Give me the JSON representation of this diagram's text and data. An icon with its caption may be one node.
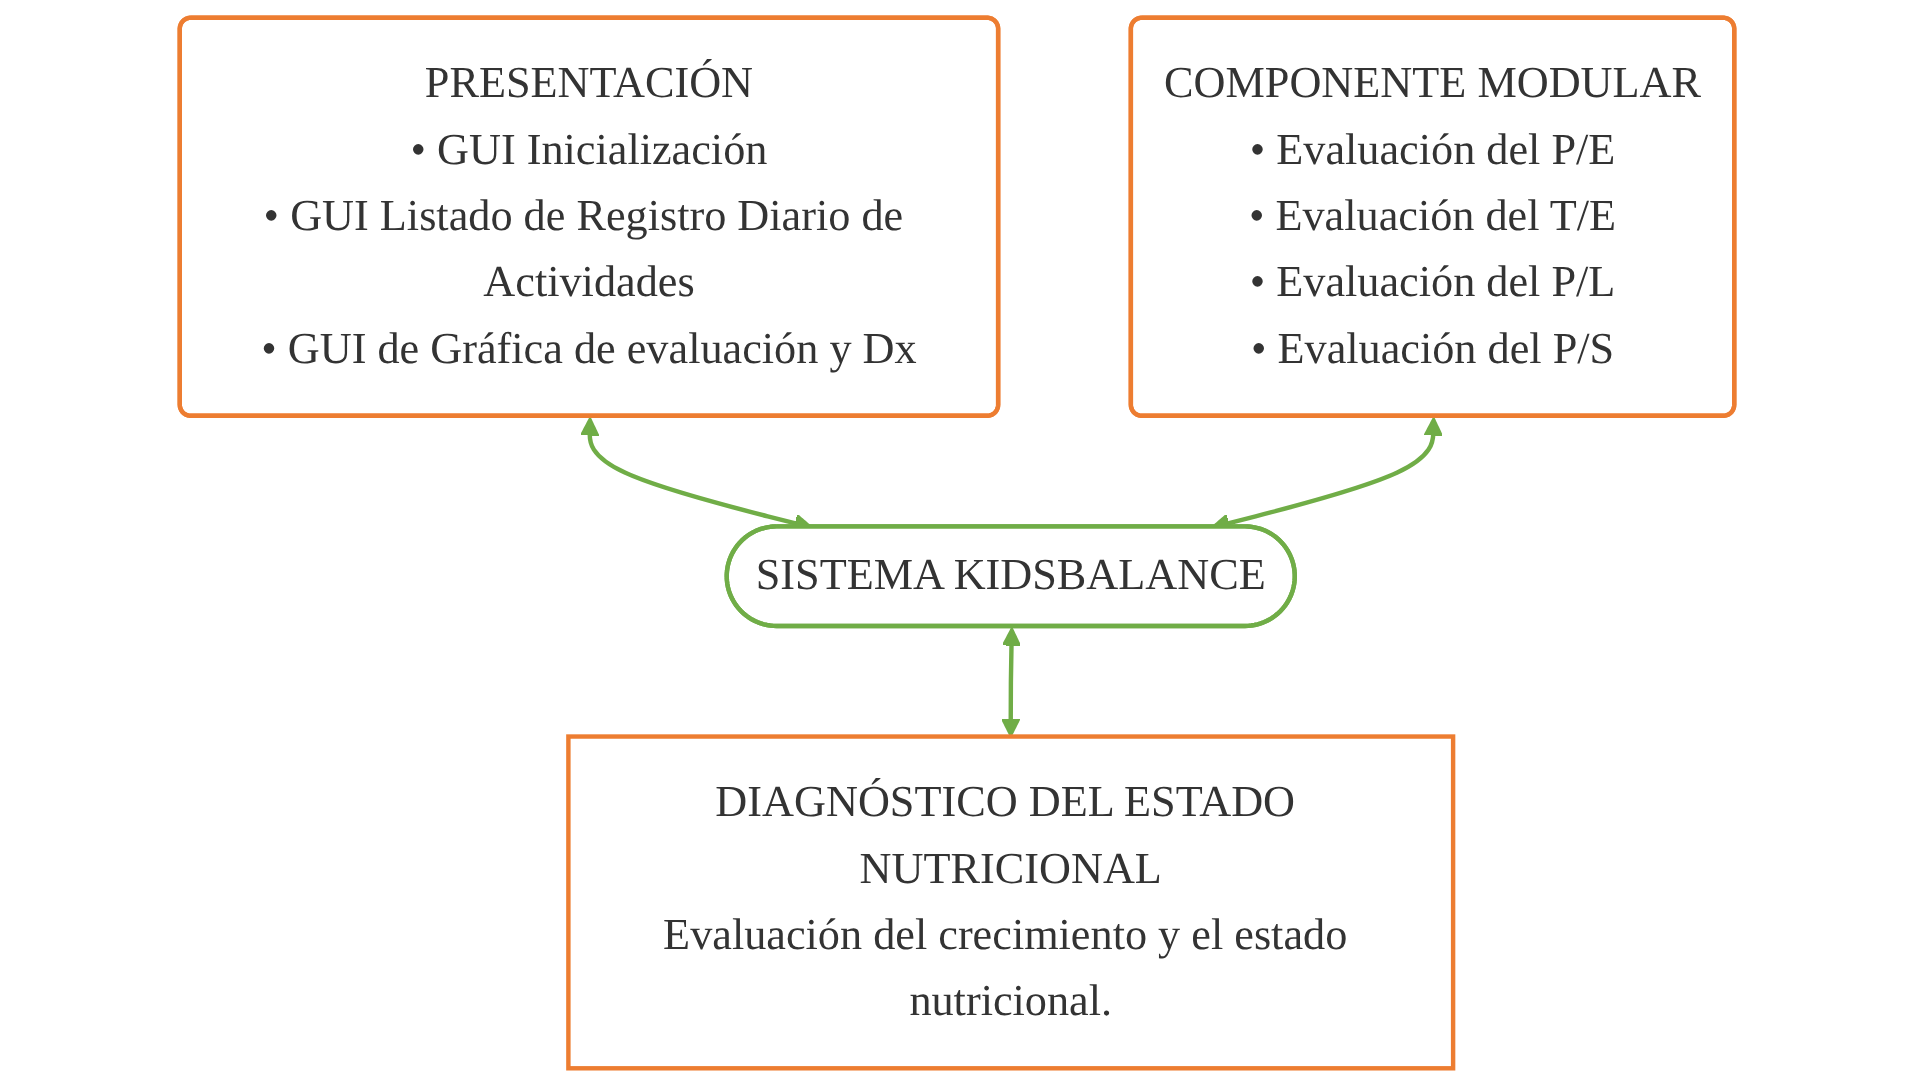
{
  "diagram": {
    "nodes": [
      {
        "text": [
          "PRESENTACIÓN",
          "• GUI Inicialización",
          "• GUI Listado de Registro Diario de Actividades",
          "• GUI de Gráfica de evaluación y Dx"
        ]
      },
      {
        "text": [
          "COMPONENTE MODULAR",
          "• Evaluación del P/E",
          "• Evaluación del T/E",
          "• Evaluación del P/L",
          "• Evaluación del P/S"
        ]
      },
      {
        "text": [
          "SISTEMA KIDSBALANCE"
        ]
      },
      {
        "text": [
          "DIAGNÓSTICO DEL ESTADO NUTRICIONAL",
          "Evaluación del crecimiento y el estado nutricional."
        ]
      }
    ],
    "edges": [
      {
        "from": 0,
        "to": 2,
        "arrow": "both",
        "color": "#70ad47"
      },
      {
        "from": 1,
        "to": 2,
        "arrow": "both",
        "color": "#70ad47"
      },
      {
        "from": 2,
        "to": 3,
        "arrow": "both",
        "color": "#70ad47"
      }
    ]
  }
}
